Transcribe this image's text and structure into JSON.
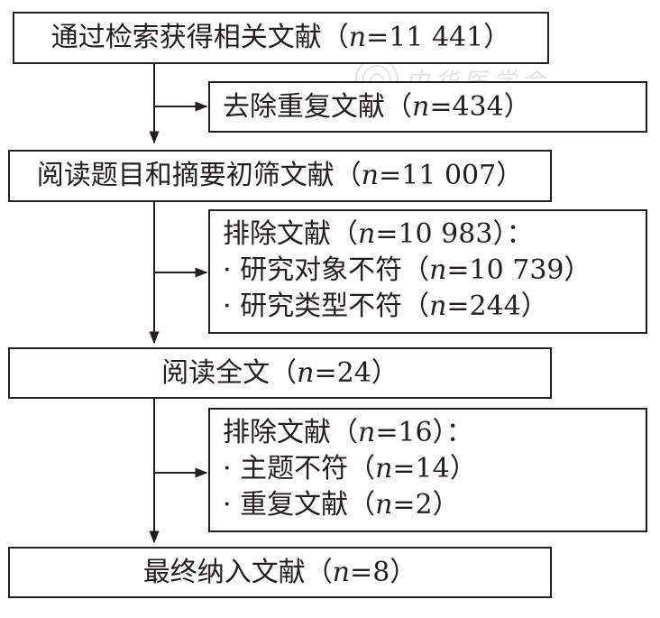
{
  "boxes": {
    "b1": "通过检索获得相关文献（n=11 441）",
    "b2": "去除重复文献（n=434）",
    "b3": "阅读题目和摘要初筛文献（n=11 007）",
    "b4": {
      "line1": "排除文献（n=10 983）：",
      "line2": "· 研究对象不符（n=10 739）",
      "line3": "· 研究类型不符（n=244）"
    },
    "b5": "阅读全文（n=24）",
    "b6": {
      "line1": "排除文献（n=16）：",
      "line2": "· 主题不符（n=14）",
      "line3": "· 重复文献（n=2）"
    },
    "b7": "最终纳入文献（n=8）"
  },
  "watermark": {
    "text": "中华医学会",
    "icon": "society-seal-icon"
  },
  "colors": {
    "ink": "#231f20",
    "background": "#ffffff",
    "watermark": "#9a9a9a"
  }
}
